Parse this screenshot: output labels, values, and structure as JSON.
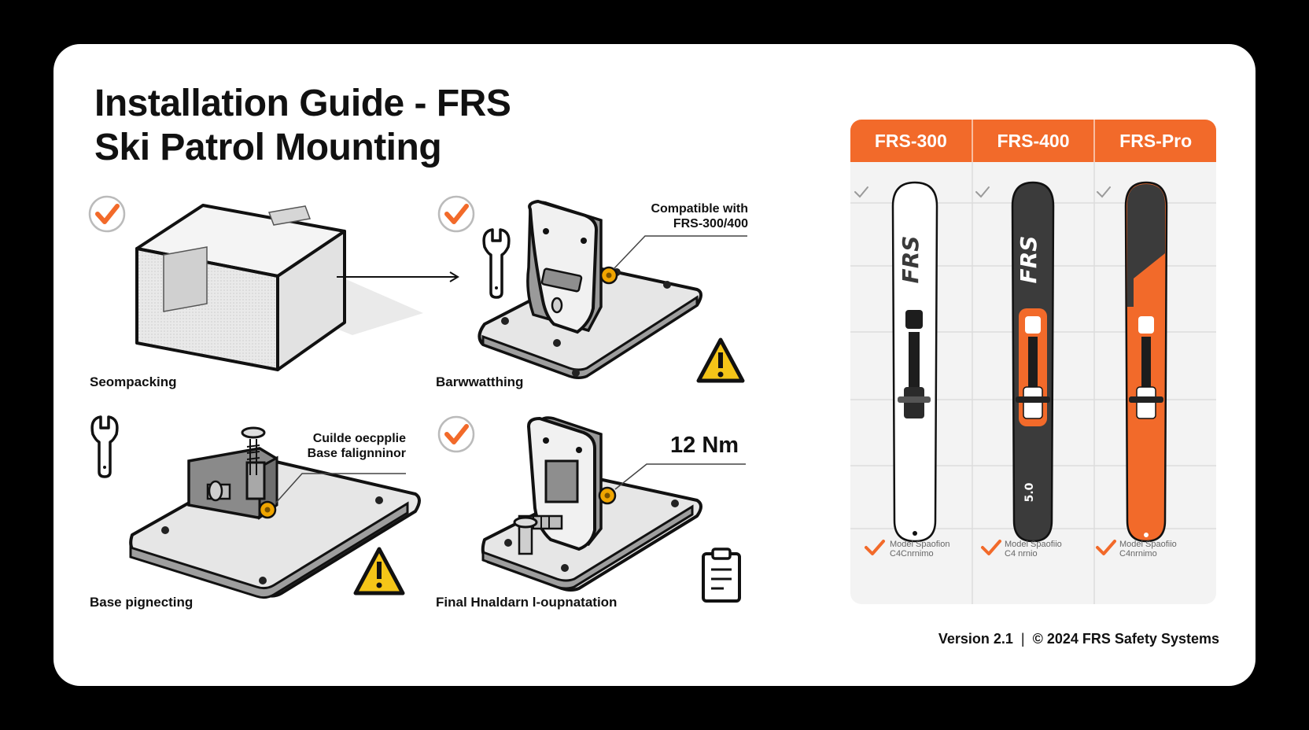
{
  "title": {
    "line1": "Installation Guide - FRS",
    "line2": "Ski Patrol Mounting"
  },
  "steps": [
    {
      "label": "Seompacking"
    },
    {
      "label": "Barwwatthing",
      "callout_line1": "Compatible with",
      "callout_line2": "FRS-300/400"
    },
    {
      "label": "Base pignecting",
      "callout_line1": "Cuilde oecpplie",
      "callout_line2": "Base falignninor"
    },
    {
      "label": "Final Hnaldarn l-oupnatation",
      "torque": "12 Nm"
    }
  ],
  "comparison": {
    "models": [
      {
        "name": "FRS-300",
        "spec_line1": "Model Spaofion",
        "spec_line2": "C4Cnrnimo",
        "ski_color": "#ffffff",
        "accent": "#222222",
        "brand": "FRS"
      },
      {
        "name": "FRS-400",
        "spec_line1": "Model Spaofiio",
        "spec_line2": "C4 nrnio",
        "ski_color": "#3b3b3b",
        "accent": "#f26a2a",
        "brand": "FRS"
      },
      {
        "name": "FRS-Pro",
        "spec_line1": "Model Spaofiio",
        "spec_line2": "C4nrnimo",
        "ski_color": "#f26a2a",
        "accent": "#3b3b3b",
        "brand": ""
      }
    ],
    "ski_marking": "5.0"
  },
  "footer": {
    "version": "Version 2.1",
    "separator": "|",
    "copyright": "© 2024 FRS Safety Systems"
  },
  "colors": {
    "accent": "#f26a2a",
    "warning": "#f5c518",
    "bolt": "#f0a500"
  },
  "icons": [
    "check-circle-icon",
    "wrench-icon",
    "warning-icon",
    "clipboard-icon",
    "checkmark-icon"
  ]
}
